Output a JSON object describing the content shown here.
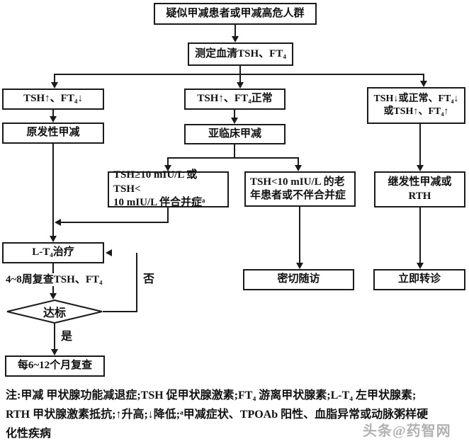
{
  "flowchart": {
    "nodes": {
      "start": "疑似甲减患者或甲减高危人群",
      "measure": "测定血清TSH、FT₄",
      "left_condition": "TSH↑、FT₄↓",
      "primary": "原发性甲减",
      "mid_condition": "TSH↑、FT₄正常",
      "subclinical": "亚临床甲减",
      "tsh_ge10": "TSH≥10 mIU/L 或 TSH<\n10 mIU/L 伴合并症ᵃ",
      "tsh_lt10": "TSH<10 mIU/L 的老\n年患者或不伴合并症",
      "right_condition": "TSH↓或正常、FT₄↓\n或TSH↑、FT₄↑",
      "secondary": "继发性甲减或\nRTH",
      "lt4_treatment": "L-T₄治疗",
      "decision": "达标",
      "followup": "每6~12个月复查",
      "observe": "密切随访",
      "refer": "立即转诊"
    },
    "edge_labels": {
      "recheck": "4~8周复查TSH、FT₄",
      "yes": "是",
      "no": "否"
    },
    "note": "注:甲减 甲状腺功能减退症;TSH 促甲状腺激素;FT₄ 游离甲状腺素;L-T₄ 左甲状腺素;\nRTH 甲状腺激素抵抗;↑升高;↓降低;ᵃ甲减症状、TPOAb 阳性、血脂异常或动脉粥样硬\n化性疾病",
    "watermark": "头条@药智网",
    "colors": {
      "line": "#1a1a1a",
      "text": "#111111",
      "watermark": "#b2b2b2",
      "background": "#ffffff"
    }
  }
}
